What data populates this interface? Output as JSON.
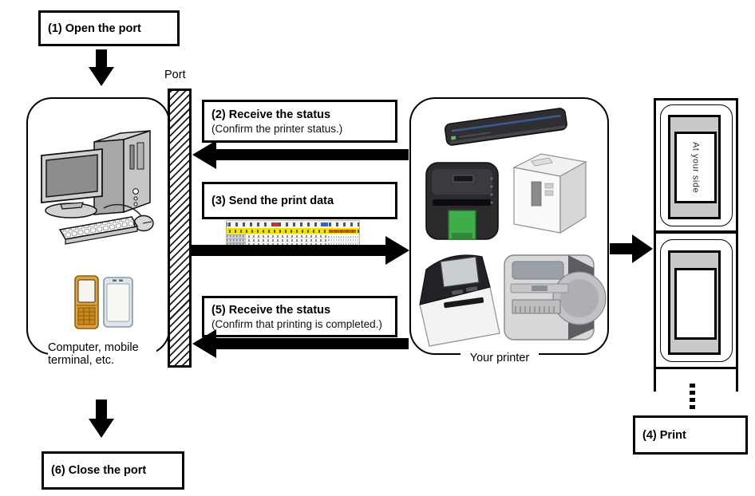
{
  "steps": {
    "step1": "(1) Open the port",
    "step2_title": "(2) Receive the status",
    "step2_subtitle": "(Confirm the printer status.)",
    "step3_title": "(3) Send the print data",
    "step4": "(4) Print",
    "step5_title": "(5) Receive the status",
    "step5_subtitle": "(Confirm that printing is completed.)",
    "step6": "(6) Close the port"
  },
  "labels": {
    "port": "Port",
    "computer_line1": "Computer, mobile",
    "computer_line2": "terminal, etc.",
    "your_printer": "Your printer",
    "tape_text": "At your side"
  },
  "icons": {
    "vertical_arrows": [
      "down-arrow-icon (open port -> computer)",
      "down-arrow-icon (computer -> close port)"
    ],
    "horizontal_arrows": [
      "left-arrow-icon (receive status)",
      "right-arrow-icon (send print data)",
      "left-arrow-icon (receive completion status)",
      "right-arrow-icon (printer -> printed labels)"
    ],
    "illustrations": [
      "computer-illustration",
      "flip-phone-illustration",
      "tablet-illustration",
      "printers-illustration",
      "hex-dump-image",
      "label-tape-illustration"
    ]
  },
  "colors": {
    "outline": "#000000",
    "phone_orange": "#e2a035",
    "printer_green": "#3fae49",
    "tape_gray": "#c9c9c9",
    "hex_header_yellow": "#f2e200"
  }
}
